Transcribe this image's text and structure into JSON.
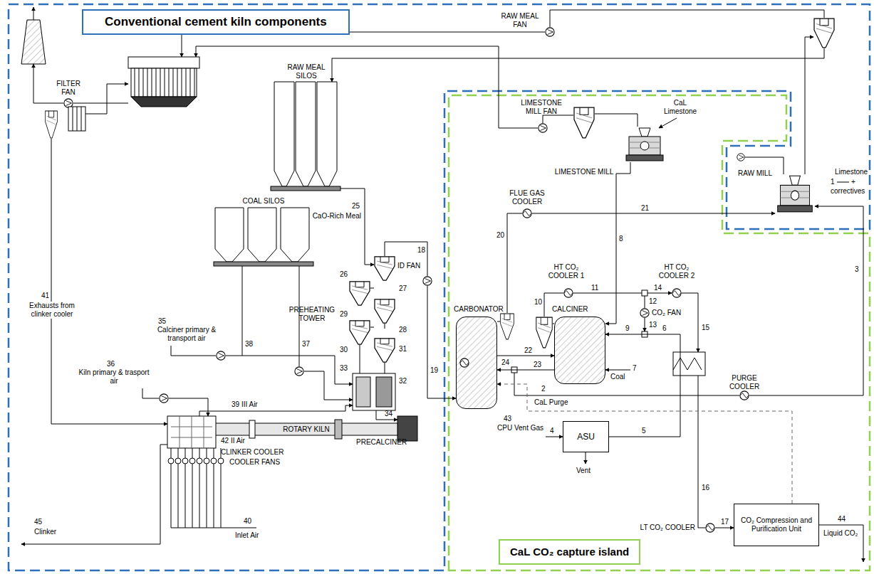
{
  "diagram": {
    "nodes": [
      {
        "text": [
          "Conventional cement kiln components"
        ]
      },
      {
        "text": [
          "CaL CO₂ capture island"
        ]
      },
      {
        "text": [
          "CARBONATOR"
        ],
        "in": 1
      },
      {
        "text": [
          "CALCINER"
        ],
        "in": 1
      },
      {
        "text": [
          "ASU"
        ],
        "in": 1
      },
      {
        "text": [
          "CO₂ Compression and Purification Unit"
        ],
        "in": 1
      }
    ],
    "edges": [
      {
        "from": 2,
        "to": 3,
        "arrow": "to",
        "label": "22"
      },
      {
        "from": 3,
        "to": 2,
        "arrow": "to",
        "label": "23"
      },
      {
        "from": 5,
        "to": 2,
        "arrow": "to",
        "label": "43"
      },
      {
        "from": 4,
        "to": 3,
        "arrow": "to",
        "label": "5"
      }
    ],
    "labels": [
      "RAW MEAL FAN",
      "FILTER FAN",
      "LIMESTONE MILL FAN",
      "CaL Limestone",
      "LIMESTONE MILL",
      "RAW MILL",
      "Limestone",
      "1",
      "+",
      "correctives",
      "RAW MEAL SILOS",
      "FLUE GAS COOLER",
      "21",
      "20",
      "8",
      "HT CO₂ COOLER 1",
      "HT CO₂ COOLER 2",
      "10",
      "11",
      "12",
      "14",
      "CO₂ FAN",
      "13",
      "15",
      "3",
      "25",
      "CaO-Rich Meal",
      "18",
      "ID FAN",
      "26",
      "27",
      "PREHEATING TOWER",
      "28",
      "29",
      "30",
      "31",
      "33",
      "32",
      "34",
      "PRECALCINER",
      "19",
      "7",
      "Coal",
      "9",
      "6",
      "24",
      "2",
      "CaL Purge",
      "PURGE COOLER",
      "COAL SILOS",
      "41",
      "Exhausts from clinker cooler",
      "35",
      "Calciner primary & transport air",
      "36",
      "Kiln primary & trasport air",
      "38",
      "37",
      "39 III Air",
      "ROTARY KILN",
      "42 II Air",
      "45",
      "Clinker",
      "CLINKER COOLER",
      "COOLER FANS",
      "40",
      "Inlet Air",
      "4",
      "Vent",
      "16",
      "LT CO₂ COOLER",
      "17",
      "44",
      "Liquid CO₂",
      "CPU Vent Gas"
    ]
  }
}
